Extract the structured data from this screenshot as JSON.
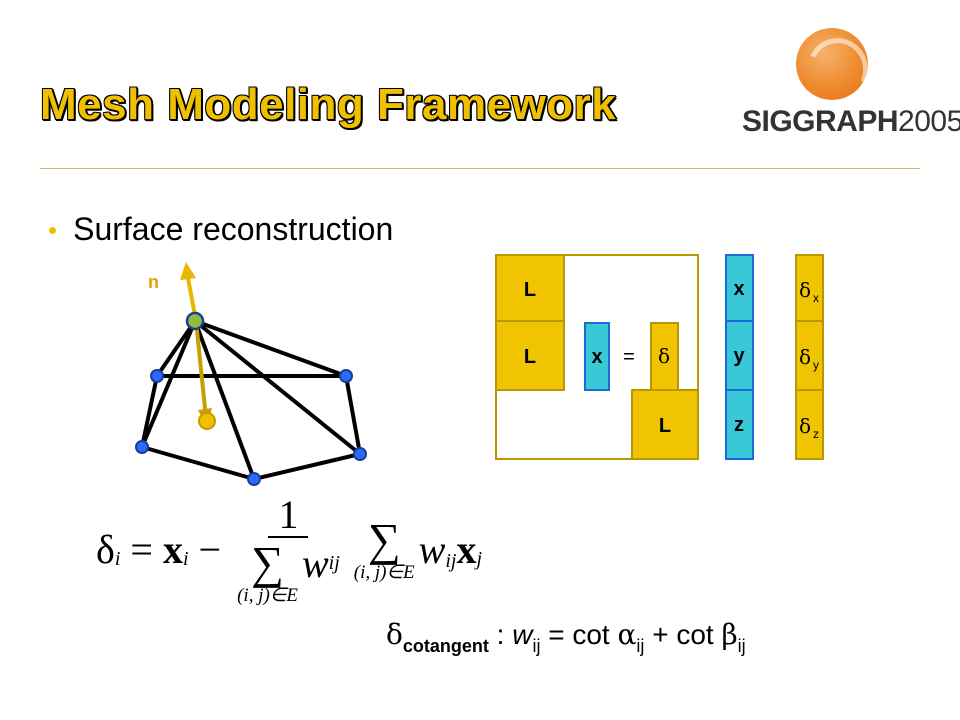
{
  "slide": {
    "title": "Mesh Modeling Framework",
    "bullet": "Surface reconstruction",
    "logo": {
      "brand": "SIGGRAPH",
      "year": "2005"
    },
    "normal_label": "n",
    "matrix": {
      "L_top": "L",
      "L_mid": "L",
      "L_bottom": "L",
      "x": "x",
      "equals": "=",
      "delta": "δ",
      "vector_xyz": [
        "x",
        "y",
        "z"
      ],
      "delta_vector": [
        {
          "base": "δ",
          "sub": "x"
        },
        {
          "base": "δ",
          "sub": "y"
        },
        {
          "base": "δ",
          "sub": "z"
        }
      ]
    },
    "formula": {
      "delta": "δ",
      "i": "i",
      "equals": "=",
      "x_bold": "x",
      "minus": "−",
      "one": "1",
      "sigma": "∑",
      "sum_sub": "(i, j)∈E",
      "w": "w",
      "ij": "ij",
      "j": "j"
    },
    "cotangent": {
      "delta": "δ",
      "delta_sub": "cotangent",
      "colon": " : ",
      "w": "w",
      "ij": "ij",
      "equals_cot": " = cot ",
      "alpha": "α",
      "plus_cot": " + cot ",
      "beta": "β"
    },
    "colors": {
      "title": "#f0c000",
      "yellow_block": "#f0c400",
      "cyan_block": "#38c8d8",
      "vertex_blue": "#1e66ff",
      "arrow": "#e8b800",
      "center_vertex": "#8fbf3a"
    }
  }
}
